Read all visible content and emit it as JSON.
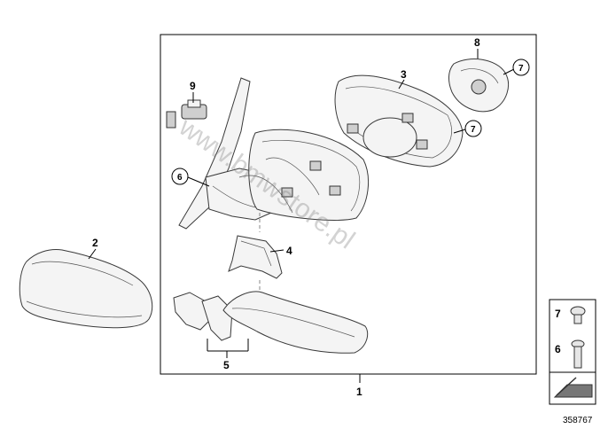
{
  "callouts": {
    "p1": "1",
    "p2": "2",
    "p3": "3",
    "p4": "4",
    "p5": "5",
    "p6": "6",
    "p7a": "7",
    "p7b": "7",
    "p8": "8",
    "p9": "9"
  },
  "legend": {
    "item_top": "7",
    "item_bottom": "6"
  },
  "watermark": "www.bmwstore.pl",
  "doc_number": "358767",
  "colors": {
    "line": "#000000",
    "part_fill": "#f4f4f4",
    "part_stroke": "#3a3a3a"
  },
  "icons": {
    "legend_arrow": "arrow-icon"
  }
}
